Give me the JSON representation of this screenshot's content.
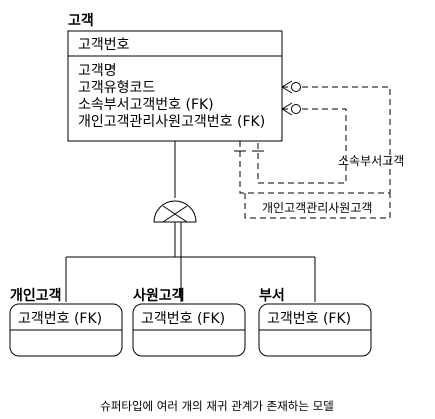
{
  "diagram": {
    "caption": "슈퍼타입에 여러 개의 재귀 관계가 존재하는 모델",
    "supertype": {
      "name": "고객",
      "key_attributes": [
        "고객번호"
      ],
      "attributes": [
        "고객명",
        "고객유형코드",
        "소속부서고객번호 (FK)",
        "개인고객관리사원고객번호 (FK)"
      ]
    },
    "subtypes": [
      {
        "name": "개인고객",
        "attributes": [
          "고객번호 (FK)"
        ]
      },
      {
        "name": "사원고객",
        "attributes": [
          "고객번호 (FK)"
        ]
      },
      {
        "name": "부서",
        "attributes": [
          "고객번호 (FK)"
        ]
      }
    ],
    "relationships": [
      {
        "label": "소속부서고객",
        "style": "dashed"
      },
      {
        "label": "개인고객관리사원고객",
        "style": "dashed"
      }
    ]
  }
}
